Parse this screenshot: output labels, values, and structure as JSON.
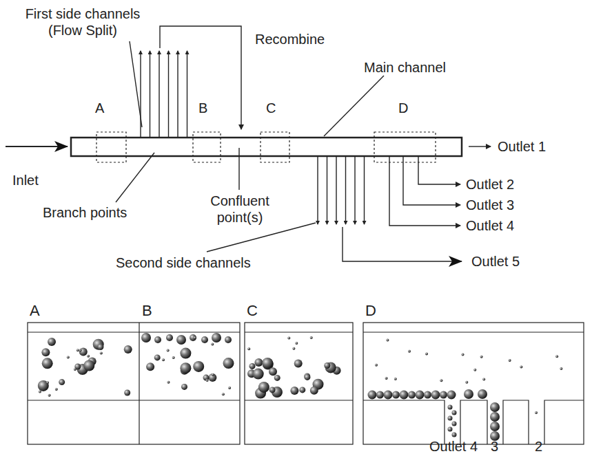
{
  "diagram": {
    "labels": [
      "First side channels (Flow Split)",
      "Recombine",
      "Main channel",
      "A",
      "B",
      "C",
      "D",
      "Inlet",
      "Outlet 1",
      "Outlet 2",
      "Outlet 3",
      "Outlet 4",
      "Outlet 5",
      "Branch points",
      "Confluent point(s)",
      "Second side channels",
      "A",
      "B",
      "C",
      "D",
      "Outlet 4",
      "3",
      "2"
    ]
  }
}
